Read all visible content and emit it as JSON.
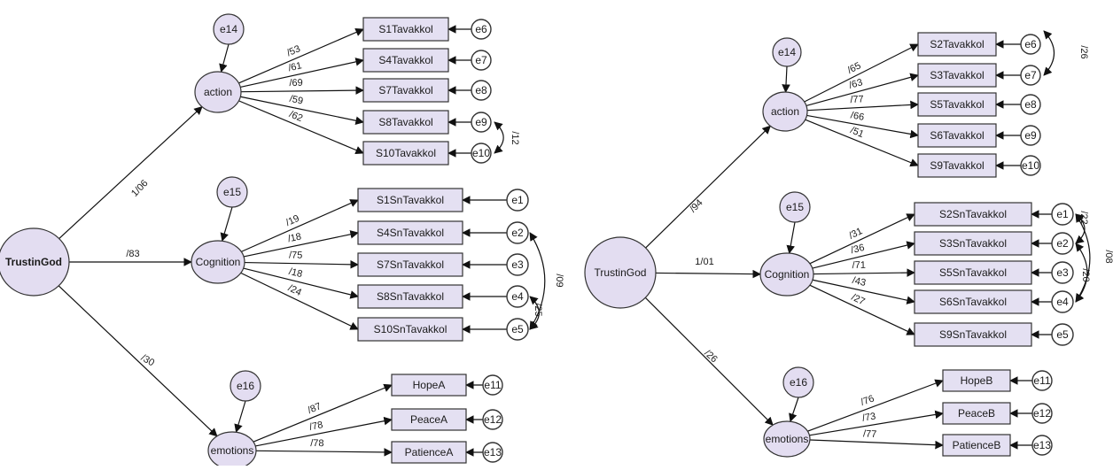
{
  "colors": {
    "latent_fill": "#e3ddf1",
    "box_fill": "#e4e0f2",
    "stroke": "#333333",
    "background": "#ffffff"
  },
  "diagrams": [
    {
      "id": "A",
      "root": "TrustinGod",
      "latent_factors": [
        {
          "name": "action",
          "path_coefficient": "1/06",
          "error": "e14",
          "indicators": [
            {
              "name": "S1Tavakkol",
              "loading": "/53",
              "error": "e6"
            },
            {
              "name": "S4Tavakkol",
              "loading": "/61",
              "error": "e7"
            },
            {
              "name": "S7Tavakkol",
              "loading": "/69",
              "error": "e8"
            },
            {
              "name": "S8Tavakkol",
              "loading": "/59",
              "error": "e9"
            },
            {
              "name": "S10Tavakkol",
              "loading": "/62",
              "error": "e10"
            }
          ]
        },
        {
          "name": "Cognition",
          "path_coefficient": "/83",
          "error": "e15",
          "indicators": [
            {
              "name": "S1SnTavakkol",
              "loading": "/19",
              "error": "e1"
            },
            {
              "name": "S4SnTavakkol",
              "loading": "/18",
              "error": "e2"
            },
            {
              "name": "S7SnTavakkol",
              "loading": "/75",
              "error": "e3"
            },
            {
              "name": "S8SnTavakkol",
              "loading": "/18",
              "error": "e4"
            },
            {
              "name": "S10SnTavakkol",
              "loading": "/24",
              "error": "e5"
            }
          ]
        },
        {
          "name": "emotions",
          "path_coefficient": "/30",
          "error": "e16",
          "indicators": [
            {
              "name": "HopeA",
              "loading": "/87",
              "error": "e11"
            },
            {
              "name": "PeaceA",
              "loading": "/78",
              "error": "e12"
            },
            {
              "name": "PatienceA",
              "loading": "/78",
              "error": "e13"
            }
          ]
        }
      ],
      "covariances": [
        {
          "between": [
            "e9",
            "e10"
          ],
          "value": "/12"
        },
        {
          "between": [
            "e4",
            "e5"
          ],
          "value": "/25"
        },
        {
          "between": [
            "e2",
            "e5"
          ],
          "value": "/09"
        }
      ]
    },
    {
      "id": "B",
      "root": "TrustinGod",
      "latent_factors": [
        {
          "name": "action",
          "path_coefficient": "/94",
          "error": "e14",
          "indicators": [
            {
              "name": "S2Tavakkol",
              "loading": "/65",
              "error": "e6"
            },
            {
              "name": "S3Tavakkol",
              "loading": "/63",
              "error": "e7"
            },
            {
              "name": "S5Tavakkol",
              "loading": "/77",
              "error": "e8"
            },
            {
              "name": "S6Tavakkol",
              "loading": "/66",
              "error": "e9"
            },
            {
              "name": "S9Tavakkol",
              "loading": "/51",
              "error": "e10"
            }
          ]
        },
        {
          "name": "Cognition",
          "path_coefficient": "1/01",
          "error": "e15",
          "indicators": [
            {
              "name": "S2SnTavakkol",
              "loading": "/31",
              "error": "e1"
            },
            {
              "name": "S3SnTavakkol",
              "loading": "/36",
              "error": "e2"
            },
            {
              "name": "S5SnTavakkol",
              "loading": "/71",
              "error": "e3"
            },
            {
              "name": "S6SnTavakkol",
              "loading": "/43",
              "error": "e4"
            },
            {
              "name": "S9SnTavakkol",
              "loading": "/27",
              "error": "e5"
            }
          ]
        },
        {
          "name": "emotions",
          "path_coefficient": "/26",
          "error": "e16",
          "indicators": [
            {
              "name": "HopeB",
              "loading": "/76",
              "error": "e11"
            },
            {
              "name": "PeaceB",
              "loading": "/73",
              "error": "e12"
            },
            {
              "name": "PatienceB",
              "loading": "/77",
              "error": "e13"
            }
          ]
        }
      ],
      "covariances": [
        {
          "between": [
            "e6",
            "e7"
          ],
          "value": "/26"
        },
        {
          "between": [
            "e1",
            "e2"
          ],
          "value": "/22"
        },
        {
          "between": [
            "e2",
            "e4"
          ],
          "value": "/20"
        },
        {
          "between": [
            "e1",
            "e4"
          ],
          "value": "/08"
        }
      ]
    }
  ]
}
